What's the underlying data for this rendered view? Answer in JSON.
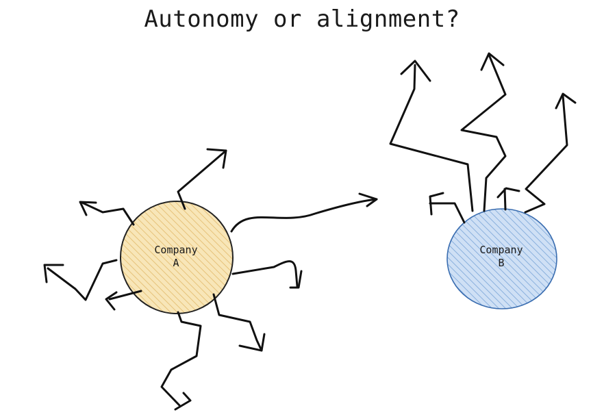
{
  "title": "Autonomy or alignment?",
  "nodes": [
    {
      "name": "Company",
      "letter": "A",
      "fill": "#f6dfa8",
      "hatch": "#e6c27a"
    },
    {
      "name": "Company",
      "letter": "B",
      "fill": "#c4d9f2",
      "hatch": "#7ea7d9"
    }
  ]
}
